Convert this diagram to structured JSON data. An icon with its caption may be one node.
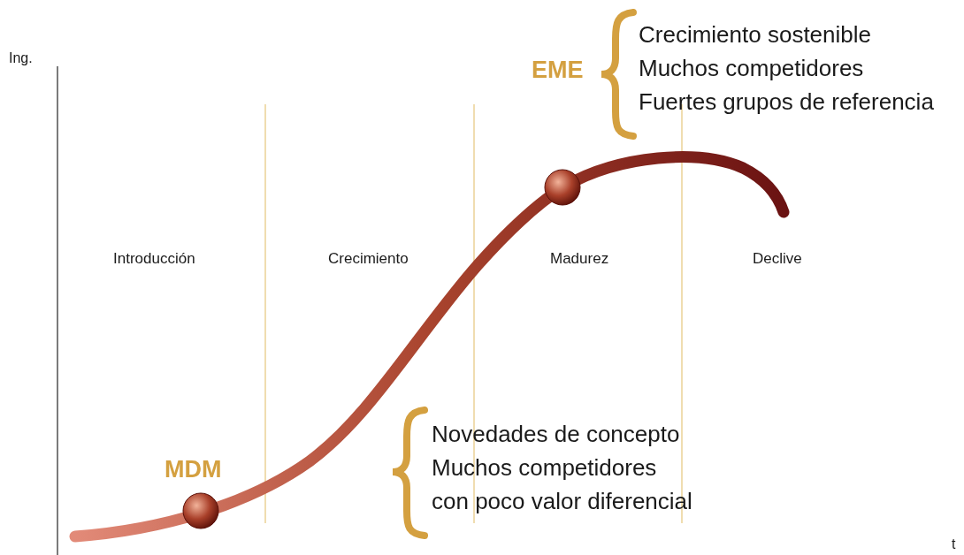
{
  "diagram": {
    "nodes": [
      {
        "text": [],
        "shape": "circle",
        "beside": [
          "MDM"
        ]
      },
      {
        "text": [],
        "shape": "circle",
        "beside": [
          "EME"
        ]
      }
    ],
    "labels": [
      "Ing.",
      "Crecimiento sostenible",
      "Muchos competidores",
      "Fuertes grupos de referencia",
      "Introducción",
      "Crecimiento",
      "Madurez",
      "Declive",
      "Novedades de concepto",
      "Muchos competidores",
      "con poco valor diferencial",
      "t"
    ]
  }
}
